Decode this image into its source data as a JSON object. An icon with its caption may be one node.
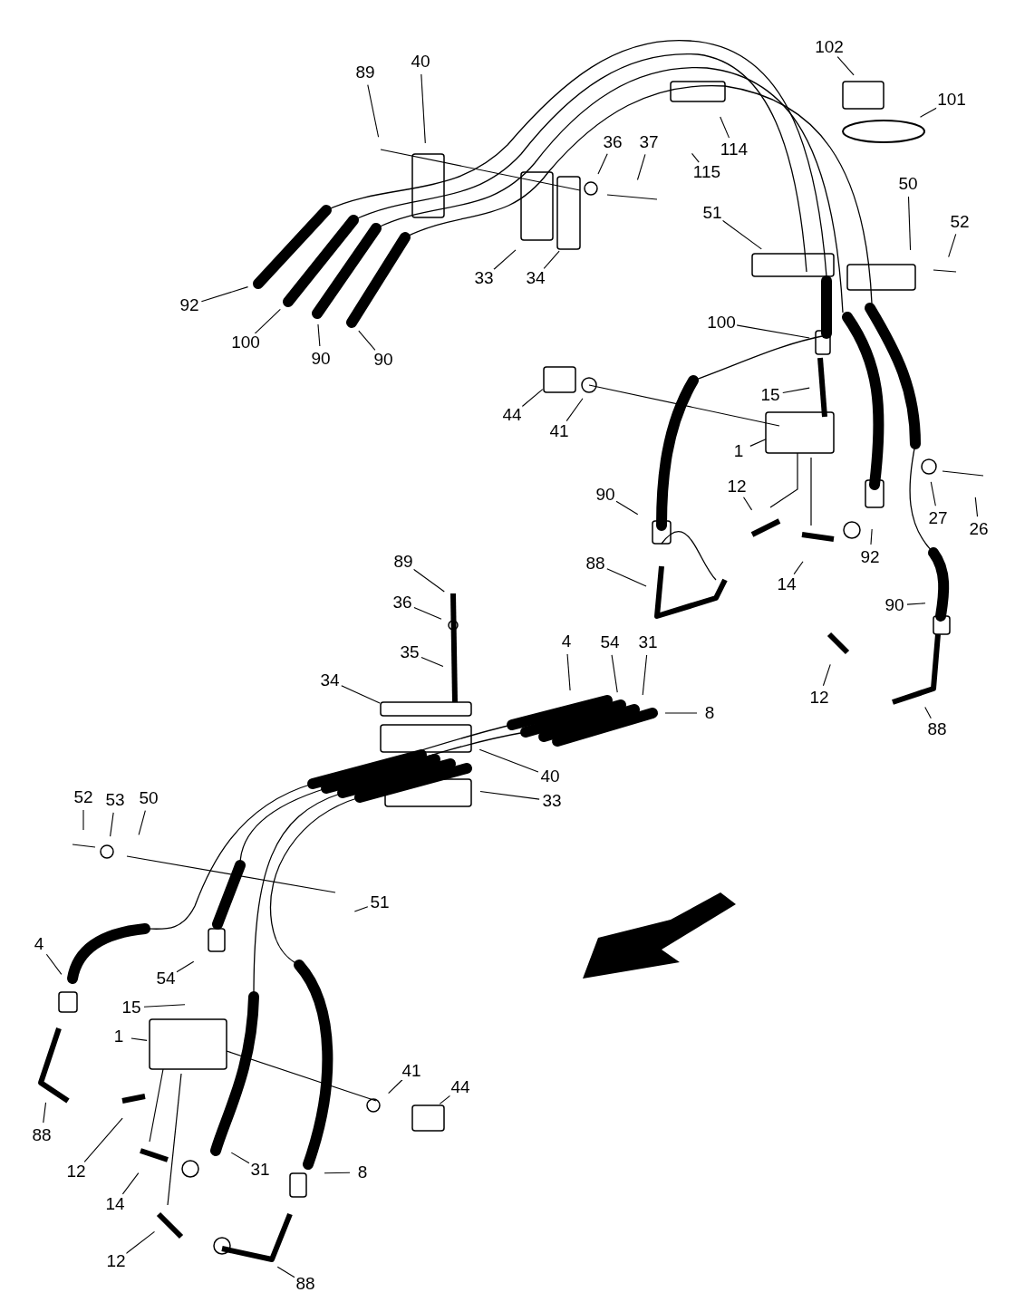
{
  "diagram": {
    "nodes": [
      {
        "text": [
          "102"
        ]
      },
      {
        "text": [
          "40"
        ]
      },
      {
        "text": [
          "89"
        ]
      },
      {
        "text": [
          "101"
        ]
      },
      {
        "text": [
          "36"
        ]
      },
      {
        "text": [
          "37"
        ]
      },
      {
        "text": [
          "114"
        ]
      },
      {
        "text": [
          "115"
        ]
      },
      {
        "text": [
          "50"
        ]
      },
      {
        "text": [
          "51"
        ]
      },
      {
        "text": [
          "52"
        ]
      },
      {
        "text": [
          "33"
        ]
      },
      {
        "text": [
          "34"
        ]
      },
      {
        "text": [
          "92"
        ]
      },
      {
        "text": [
          "100"
        ]
      },
      {
        "text": [
          "100"
        ]
      },
      {
        "text": [
          "90"
        ]
      },
      {
        "text": [
          "90"
        ]
      },
      {
        "text": [
          "15"
        ]
      },
      {
        "text": [
          "44"
        ]
      },
      {
        "text": [
          "41"
        ]
      },
      {
        "text": [
          "1"
        ]
      },
      {
        "text": [
          "12"
        ]
      },
      {
        "text": [
          "90"
        ]
      },
      {
        "text": [
          "27"
        ]
      },
      {
        "text": [
          "26"
        ]
      },
      {
        "text": [
          "92"
        ]
      },
      {
        "text": [
          "88"
        ]
      },
      {
        "text": [
          "89"
        ]
      },
      {
        "text": [
          "14"
        ]
      },
      {
        "text": [
          "36"
        ]
      },
      {
        "text": [
          "90"
        ]
      },
      {
        "text": [
          "35"
        ]
      },
      {
        "text": [
          "4"
        ]
      },
      {
        "text": [
          "54"
        ]
      },
      {
        "text": [
          "31"
        ]
      },
      {
        "text": [
          "34"
        ]
      },
      {
        "text": [
          "12"
        ]
      },
      {
        "text": [
          "8"
        ]
      },
      {
        "text": [
          "88"
        ]
      },
      {
        "text": [
          "40"
        ]
      },
      {
        "text": [
          "52"
        ]
      },
      {
        "text": [
          "53"
        ]
      },
      {
        "text": [
          "50"
        ]
      },
      {
        "text": [
          "33"
        ]
      },
      {
        "text": [
          "51"
        ]
      },
      {
        "text": [
          "4"
        ]
      },
      {
        "text": [
          "54"
        ]
      },
      {
        "text": [
          "15"
        ]
      },
      {
        "text": [
          "1"
        ]
      },
      {
        "text": [
          "41"
        ]
      },
      {
        "text": [
          "44"
        ]
      },
      {
        "text": [
          "88"
        ]
      },
      {
        "text": [
          "12"
        ]
      },
      {
        "text": [
          "31"
        ]
      },
      {
        "text": [
          "8"
        ]
      },
      {
        "text": [
          "14"
        ]
      },
      {
        "text": [
          "12"
        ]
      },
      {
        "text": [
          "88"
        ]
      }
    ],
    "edges": [
      {
        "from": 0,
        "to": null,
        "arrow": "none"
      },
      {
        "from": 1,
        "to": null,
        "arrow": "none"
      },
      {
        "from": 2,
        "to": null,
        "arrow": "none"
      },
      {
        "from": 3,
        "to": null,
        "arrow": "none"
      },
      {
        "from": 4,
        "to": null,
        "arrow": "none"
      },
      {
        "from": 5,
        "to": null,
        "arrow": "none"
      },
      {
        "from": 6,
        "to": null,
        "arrow": "none"
      },
      {
        "from": 7,
        "to": null,
        "arrow": "none"
      },
      {
        "from": 8,
        "to": null,
        "arrow": "none"
      },
      {
        "from": 9,
        "to": null,
        "arrow": "none"
      },
      {
        "from": 10,
        "to": null,
        "arrow": "none"
      },
      {
        "from": 11,
        "to": null,
        "arrow": "none"
      },
      {
        "from": 12,
        "to": null,
        "arrow": "none"
      },
      {
        "from": 13,
        "to": null,
        "arrow": "none"
      },
      {
        "from": 14,
        "to": null,
        "arrow": "none"
      },
      {
        "from": 15,
        "to": null,
        "arrow": "none"
      },
      {
        "from": 16,
        "to": null,
        "arrow": "none"
      },
      {
        "from": 17,
        "to": null,
        "arrow": "none"
      },
      {
        "from": 18,
        "to": null,
        "arrow": "none"
      },
      {
        "from": 19,
        "to": null,
        "arrow": "none"
      },
      {
        "from": 20,
        "to": null,
        "arrow": "none"
      },
      {
        "from": 21,
        "to": null,
        "arrow": "none"
      },
      {
        "from": 22,
        "to": null,
        "arrow": "none"
      },
      {
        "from": 23,
        "to": null,
        "arrow": "none"
      },
      {
        "from": 24,
        "to": null,
        "arrow": "none"
      },
      {
        "from": 25,
        "to": null,
        "arrow": "none"
      },
      {
        "from": 26,
        "to": null,
        "arrow": "none"
      },
      {
        "from": 27,
        "to": null,
        "arrow": "none"
      },
      {
        "from": 28,
        "to": null,
        "arrow": "none"
      },
      {
        "from": 29,
        "to": null,
        "arrow": "none"
      },
      {
        "from": 30,
        "to": null,
        "arrow": "none"
      },
      {
        "from": 31,
        "to": null,
        "arrow": "none"
      },
      {
        "from": 32,
        "to": null,
        "arrow": "none"
      },
      {
        "from": 33,
        "to": null,
        "arrow": "none"
      },
      {
        "from": 34,
        "to": null,
        "arrow": "none"
      },
      {
        "from": 35,
        "to": null,
        "arrow": "none"
      },
      {
        "from": 36,
        "to": null,
        "arrow": "none"
      },
      {
        "from": 37,
        "to": null,
        "arrow": "none"
      },
      {
        "from": 38,
        "to": null,
        "arrow": "none"
      },
      {
        "from": 39,
        "to": null,
        "arrow": "none"
      },
      {
        "from": 40,
        "to": null,
        "arrow": "none"
      },
      {
        "from": 41,
        "to": null,
        "arrow": "none"
      },
      {
        "from": 42,
        "to": null,
        "arrow": "none"
      },
      {
        "from": 43,
        "to": null,
        "arrow": "none"
      },
      {
        "from": 44,
        "to": null,
        "arrow": "none"
      },
      {
        "from": 45,
        "to": null,
        "arrow": "none"
      },
      {
        "from": 46,
        "to": null,
        "arrow": "none"
      },
      {
        "from": 47,
        "to": null,
        "arrow": "none"
      },
      {
        "from": 48,
        "to": null,
        "arrow": "none"
      },
      {
        "from": 49,
        "to": null,
        "arrow": "none"
      },
      {
        "from": 50,
        "to": null,
        "arrow": "none"
      },
      {
        "from": 51,
        "to": null,
        "arrow": "none"
      },
      {
        "from": 52,
        "to": null,
        "arrow": "none"
      },
      {
        "from": 53,
        "to": null,
        "arrow": "none"
      },
      {
        "from": 54,
        "to": null,
        "arrow": "none"
      },
      {
        "from": 55,
        "to": null,
        "arrow": "none"
      },
      {
        "from": 56,
        "to": null,
        "arrow": "none"
      },
      {
        "from": 57,
        "to": null,
        "arrow": "none"
      },
      {
        "from": 58,
        "to": null,
        "arrow": "none"
      }
    ]
  }
}
